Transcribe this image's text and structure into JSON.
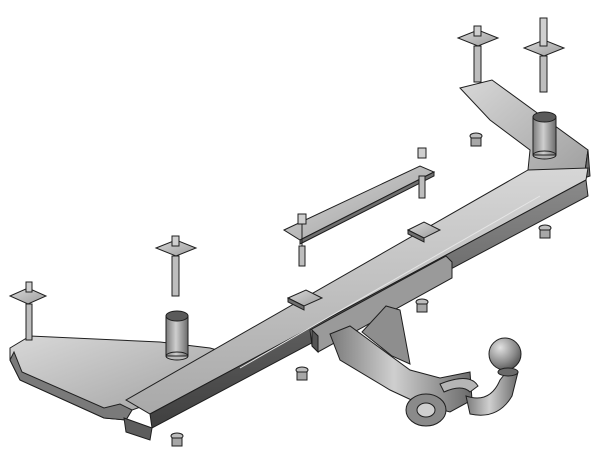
{
  "illustration": {
    "subject": "tow-bar-assembly",
    "colors": {
      "background": "#ffffff",
      "metal_light": "#c9c9c9",
      "metal_mid": "#a7a7a7",
      "metal_dark": "#6f6f6f",
      "outline": "#1f1f1f"
    },
    "parts": [
      "left-mounting-bracket",
      "right-mounting-bracket",
      "main-crossbeam",
      "center-clamp-plate",
      "tow-ball-neck",
      "tow-ball",
      "safety-chain-ring",
      "mounting-bolts",
      "nuts-and-washers"
    ]
  }
}
